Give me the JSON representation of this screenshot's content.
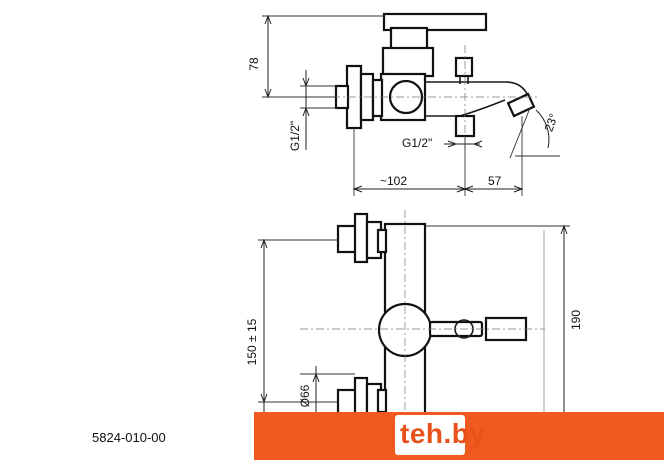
{
  "dimensions": {
    "height_78": "78",
    "thread_g12_vertical": "G1/2\"",
    "thread_g12_horizontal": "G1/2\"",
    "angle_23": "23°",
    "width_102": "~102",
    "width_57": "57",
    "height_150": "150 ± 15",
    "height_190": "190",
    "diameter_66": "Ø66"
  },
  "product_code": "5824-010-00",
  "logo": {
    "text_main": "teh",
    "text_dot": ".",
    "text_tld": "by"
  },
  "colors": {
    "logo_orange": "#f05a1f",
    "line": "#1a1a1a"
  }
}
